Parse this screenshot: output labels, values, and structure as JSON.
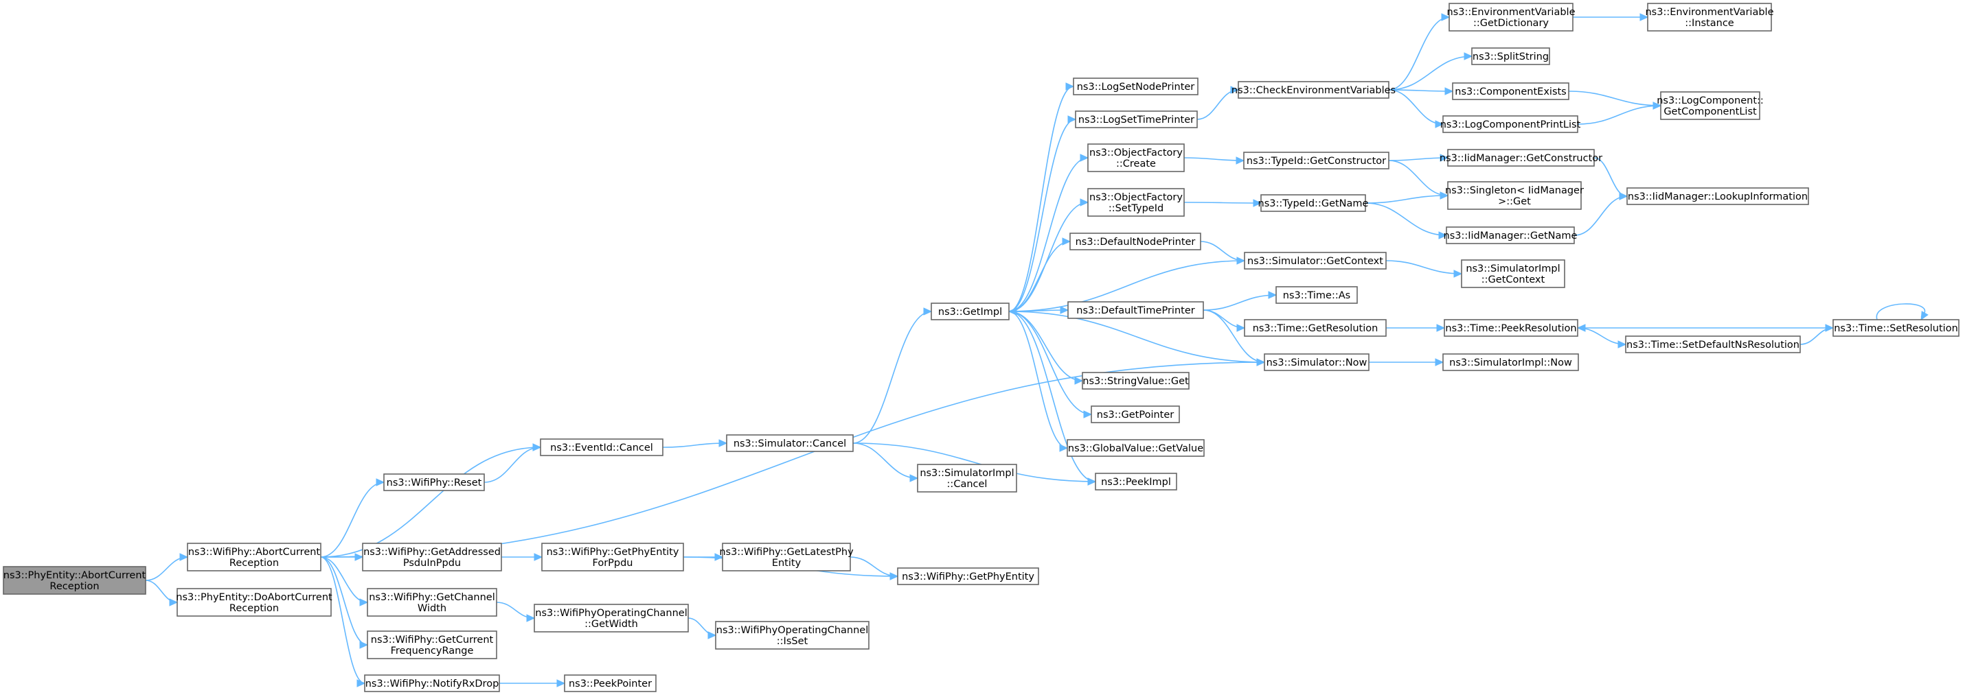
{
  "nodes": [
    {
      "id": "root",
      "lines": [
        "ns3::PhyEntity::AbortCurrent",
        "Reception"
      ],
      "root": true,
      "link": false
    },
    {
      "id": "wifiAbort",
      "lines": [
        "ns3::WifiPhy::AbortCurrent",
        "Reception"
      ]
    },
    {
      "id": "doAbort",
      "lines": [
        "ns3::PhyEntity::DoAbortCurrent",
        "Reception"
      ]
    },
    {
      "id": "eventCancel",
      "lines": [
        "ns3::EventId::Cancel"
      ]
    },
    {
      "id": "wifiReset",
      "lines": [
        "ns3::WifiPhy::Reset"
      ]
    },
    {
      "id": "simCancel",
      "lines": [
        "ns3::Simulator::Cancel"
      ]
    },
    {
      "id": "simImplCancel",
      "lines": [
        "ns3::SimulatorImpl",
        "::Cancel"
      ]
    },
    {
      "id": "getImpl",
      "lines": [
        "ns3::GetImpl"
      ]
    },
    {
      "id": "peekImpl",
      "lines": [
        "ns3::PeekImpl"
      ]
    },
    {
      "id": "logNodePrinter",
      "lines": [
        "ns3::LogSetNodePrinter"
      ]
    },
    {
      "id": "logTimePrinter",
      "lines": [
        "ns3::LogSetTimePrinter"
      ]
    },
    {
      "id": "ofCreate",
      "lines": [
        "ns3::ObjectFactory",
        "::Create"
      ]
    },
    {
      "id": "ofSetTypeId",
      "lines": [
        "ns3::ObjectFactory",
        "::SetTypeId"
      ]
    },
    {
      "id": "defNodePrinter",
      "lines": [
        "ns3::DefaultNodePrinter"
      ]
    },
    {
      "id": "defTimePrinter",
      "lines": [
        "ns3::DefaultTimePrinter"
      ]
    },
    {
      "id": "stringGet",
      "lines": [
        "ns3::StringValue::Get"
      ]
    },
    {
      "id": "getPointer",
      "lines": [
        "ns3::GetPointer"
      ]
    },
    {
      "id": "globalGetValue",
      "lines": [
        "ns3::GlobalValue::GetValue"
      ]
    },
    {
      "id": "checkEnv",
      "lines": [
        "ns3::CheckEnvironmentVariables"
      ]
    },
    {
      "id": "envGetDict",
      "lines": [
        "ns3::EnvironmentVariable",
        "::GetDictionary"
      ]
    },
    {
      "id": "envInstance",
      "lines": [
        "ns3::EnvironmentVariable",
        "::Instance"
      ]
    },
    {
      "id": "splitString",
      "lines": [
        "ns3::SplitString"
      ]
    },
    {
      "id": "compExists",
      "lines": [
        "ns3::ComponentExists"
      ]
    },
    {
      "id": "logCompPrintList",
      "lines": [
        "ns3::LogComponentPrintList"
      ]
    },
    {
      "id": "logCompGetList",
      "lines": [
        "ns3::LogComponent::",
        "GetComponentList"
      ]
    },
    {
      "id": "typeIdGetCtor",
      "lines": [
        "ns3::TypeId::GetConstructor"
      ]
    },
    {
      "id": "iidGetCtor",
      "lines": [
        "ns3::IidManager::GetConstructor"
      ]
    },
    {
      "id": "singletonGet",
      "lines": [
        "ns3::Singleton< IidManager",
        " >::Get"
      ]
    },
    {
      "id": "iidLookup",
      "lines": [
        "ns3::IidManager::LookupInformation"
      ]
    },
    {
      "id": "typeIdGetName",
      "lines": [
        "ns3::TypeId::GetName"
      ]
    },
    {
      "id": "iidGetName",
      "lines": [
        "ns3::IidManager::GetName"
      ]
    },
    {
      "id": "simGetContext",
      "lines": [
        "ns3::Simulator::GetContext"
      ]
    },
    {
      "id": "simImplGetContext",
      "lines": [
        "ns3::SimulatorImpl",
        "::GetContext"
      ]
    },
    {
      "id": "timeAs",
      "lines": [
        "ns3::Time::As"
      ]
    },
    {
      "id": "timeGetRes",
      "lines": [
        "ns3::Time::GetResolution"
      ]
    },
    {
      "id": "timePeekRes",
      "lines": [
        "ns3::Time::PeekResolution"
      ]
    },
    {
      "id": "timeSetDefNsRes",
      "lines": [
        "ns3::Time::SetDefaultNsResolution"
      ]
    },
    {
      "id": "timeSetRes",
      "lines": [
        "ns3::Time::SetResolution"
      ]
    },
    {
      "id": "simNow",
      "lines": [
        "ns3::Simulator::Now"
      ]
    },
    {
      "id": "simImplNow",
      "lines": [
        "ns3::SimulatorImpl::Now"
      ]
    },
    {
      "id": "getAddrPsdu",
      "lines": [
        "ns3::WifiPhy::GetAddressed",
        "PsduInPpdu"
      ]
    },
    {
      "id": "getPhyEntityForPpdu",
      "lines": [
        "ns3::WifiPhy::GetPhyEntity",
        "ForPpdu"
      ]
    },
    {
      "id": "getLatestPhyEntity",
      "lines": [
        "ns3::WifiPhy::GetLatestPhy",
        "Entity"
      ]
    },
    {
      "id": "getPhyEntity",
      "lines": [
        "ns3::WifiPhy::GetPhyEntity"
      ]
    },
    {
      "id": "getChannelWidth",
      "lines": [
        "ns3::WifiPhy::GetChannel",
        "Width"
      ]
    },
    {
      "id": "opChanGetWidth",
      "lines": [
        "ns3::WifiPhyOperatingChannel",
        "::GetWidth"
      ]
    },
    {
      "id": "opChanIsSet",
      "lines": [
        "ns3::WifiPhyOperatingChannel",
        "::IsSet"
      ]
    },
    {
      "id": "getCurFreqRange",
      "lines": [
        "ns3::WifiPhy::GetCurrent",
        "FrequencyRange"
      ]
    },
    {
      "id": "notifyRxDrop",
      "lines": [
        "ns3::WifiPhy::NotifyRxDrop"
      ]
    },
    {
      "id": "peekPointer",
      "lines": [
        "ns3::PeekPointer"
      ]
    }
  ],
  "edges": [
    [
      "root",
      "wifiAbort"
    ],
    [
      "root",
      "doAbort"
    ],
    [
      "wifiAbort",
      "eventCancel"
    ],
    [
      "wifiAbort",
      "wifiReset"
    ],
    [
      "wifiAbort",
      "simNow"
    ],
    [
      "wifiAbort",
      "getAddrPsdu"
    ],
    [
      "wifiAbort",
      "getChannelWidth"
    ],
    [
      "wifiAbort",
      "getCurFreqRange"
    ],
    [
      "wifiAbort",
      "notifyRxDrop"
    ],
    [
      "wifiReset",
      "eventCancel"
    ],
    [
      "eventCancel",
      "simCancel"
    ],
    [
      "simCancel",
      "getImpl"
    ],
    [
      "simCancel",
      "simImplCancel"
    ],
    [
      "simCancel",
      "peekImpl"
    ],
    [
      "getImpl",
      "logNodePrinter"
    ],
    [
      "getImpl",
      "logTimePrinter"
    ],
    [
      "getImpl",
      "ofCreate"
    ],
    [
      "getImpl",
      "ofSetTypeId"
    ],
    [
      "getImpl",
      "defNodePrinter"
    ],
    [
      "getImpl",
      "defTimePrinter"
    ],
    [
      "getImpl",
      "stringGet"
    ],
    [
      "getImpl",
      "getPointer"
    ],
    [
      "getImpl",
      "globalGetValue"
    ],
    [
      "getImpl",
      "peekImpl"
    ],
    [
      "logTimePrinter",
      "checkEnv"
    ],
    [
      "checkEnv",
      "envGetDict"
    ],
    [
      "checkEnv",
      "splitString"
    ],
    [
      "checkEnv",
      "compExists"
    ],
    [
      "checkEnv",
      "logCompPrintList"
    ],
    [
      "envGetDict",
      "envInstance"
    ],
    [
      "compExists",
      "logCompGetList"
    ],
    [
      "logCompPrintList",
      "logCompGetList"
    ],
    [
      "ofCreate",
      "typeIdGetCtor"
    ],
    [
      "typeIdGetCtor",
      "iidGetCtor"
    ],
    [
      "typeIdGetCtor",
      "singletonGet"
    ],
    [
      "iidGetCtor",
      "iidLookup"
    ],
    [
      "ofSetTypeId",
      "typeIdGetName"
    ],
    [
      "typeIdGetName",
      "singletonGet"
    ],
    [
      "typeIdGetName",
      "iidGetName"
    ],
    [
      "iidGetName",
      "iidLookup"
    ],
    [
      "defNodePrinter",
      "simGetContext"
    ],
    [
      "simGetContext",
      "getImpl"
    ],
    [
      "simGetContext",
      "simImplGetContext"
    ],
    [
      "defTimePrinter",
      "timeAs"
    ],
    [
      "defTimePrinter",
      "timeGetRes"
    ],
    [
      "defTimePrinter",
      "simNow"
    ],
    [
      "timeGetRes",
      "timePeekRes"
    ],
    [
      "timePeekRes",
      "timeSetDefNsRes"
    ],
    [
      "timeSetDefNsRes",
      "timeSetRes"
    ],
    [
      "timeSetRes",
      "timePeekRes"
    ],
    [
      "timeSetRes",
      "timeSetRes"
    ],
    [
      "simNow",
      "getImpl"
    ],
    [
      "simNow",
      "simImplNow"
    ],
    [
      "getAddrPsdu",
      "getPhyEntityForPpdu"
    ],
    [
      "getPhyEntityForPpdu",
      "getLatestPhyEntity"
    ],
    [
      "getPhyEntityForPpdu",
      "getPhyEntity"
    ],
    [
      "getLatestPhyEntity",
      "getPhyEntity"
    ],
    [
      "getChannelWidth",
      "opChanGetWidth"
    ],
    [
      "opChanGetWidth",
      "opChanIsSet"
    ],
    [
      "notifyRxDrop",
      "peekPointer"
    ]
  ],
  "colors": {
    "edge": "#63b8ff",
    "node_border": "#666666",
    "root_fill": "#999999",
    "node_fill": "#ffffff"
  }
}
